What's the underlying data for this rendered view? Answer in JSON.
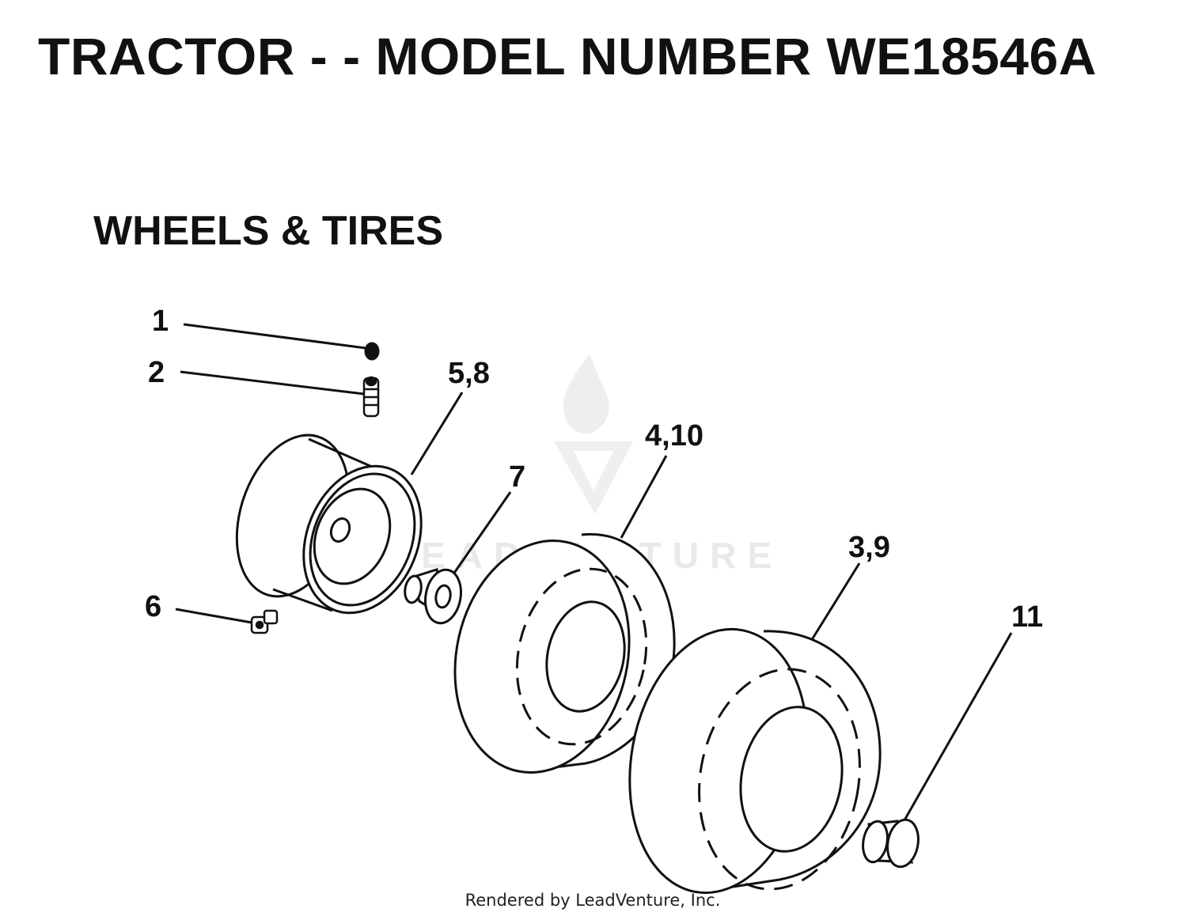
{
  "header": {
    "title": "TRACTOR - - MODEL NUMBER WE18546A",
    "section": "WHEELS & TIRES"
  },
  "callouts": {
    "c1": "1",
    "c2": "2",
    "c3": "5,8",
    "c4": "4,10",
    "c5": "7",
    "c6": "3,9",
    "c7": "6",
    "c8": "11"
  },
  "watermark": {
    "text": "LEADVENTURE"
  },
  "footer": {
    "text": "Rendered by LeadVenture, Inc."
  }
}
